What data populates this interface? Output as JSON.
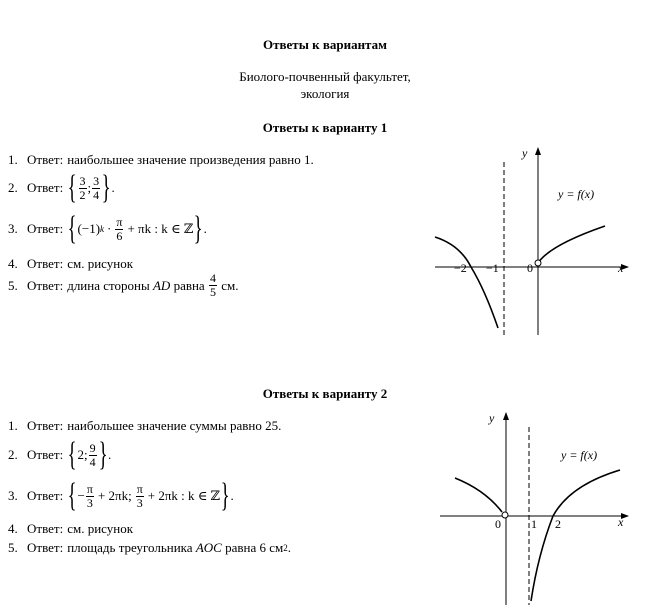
{
  "header": {
    "title": "Ответы к вариантам",
    "faculty_line1": "Биолого-почвенный факультет,",
    "faculty_line2": "экология"
  },
  "variant1": {
    "title": "Ответы к варианту 1",
    "answer_word": "Ответ:",
    "item1": {
      "num": "1.",
      "text": "наибольшее значение произведения равно 1."
    },
    "item2": {
      "num": "2.",
      "f1n": "3",
      "f1d": "2",
      "sep": ";",
      "f2n": "3",
      "f2d": "4",
      "end": "."
    },
    "item3": {
      "num": "3.",
      "base": "(−1)",
      "exp": "k",
      "dot": "·",
      "pn": "π",
      "pd": "6",
      "rest": "+ πk : k ∈ ℤ",
      "end": "."
    },
    "item4": {
      "num": "4.",
      "text": "см. рисунок"
    },
    "item5": {
      "num": "5.",
      "text_a": "длина стороны",
      "var": "AD",
      "text_b": "равна",
      "fn": "4",
      "fd": "5",
      "unit": "см."
    },
    "graph": {
      "func_label": "y = f(x)",
      "x": "x",
      "y": "y",
      "ticks": [
        "−2",
        "−1",
        "0"
      ]
    }
  },
  "variant2": {
    "title": "Ответы к варианту 2",
    "answer_word": "Ответ:",
    "item1": {
      "num": "1.",
      "text": "наибольшее значение суммы равно 25."
    },
    "item2": {
      "num": "2.",
      "v1": "2",
      "sep": ";",
      "fn": "9",
      "fd": "4",
      "end": "."
    },
    "item3": {
      "num": "3.",
      "minus": "−",
      "pn": "π",
      "pd": "3",
      "t1": "+ 2πk;",
      "t2": "+ 2πk : k ∈ ℤ",
      "end": "."
    },
    "item4": {
      "num": "4.",
      "text": "см. рисунок"
    },
    "item5": {
      "num": "5.",
      "text_a": "площадь треугольника",
      "var": "AOC",
      "text_b": "равна 6 см",
      "exp": "2",
      "end": "."
    },
    "graph": {
      "func_label": "y = f(x)",
      "x": "x",
      "y": "y",
      "ticks": [
        "0",
        "1",
        "2"
      ]
    }
  }
}
